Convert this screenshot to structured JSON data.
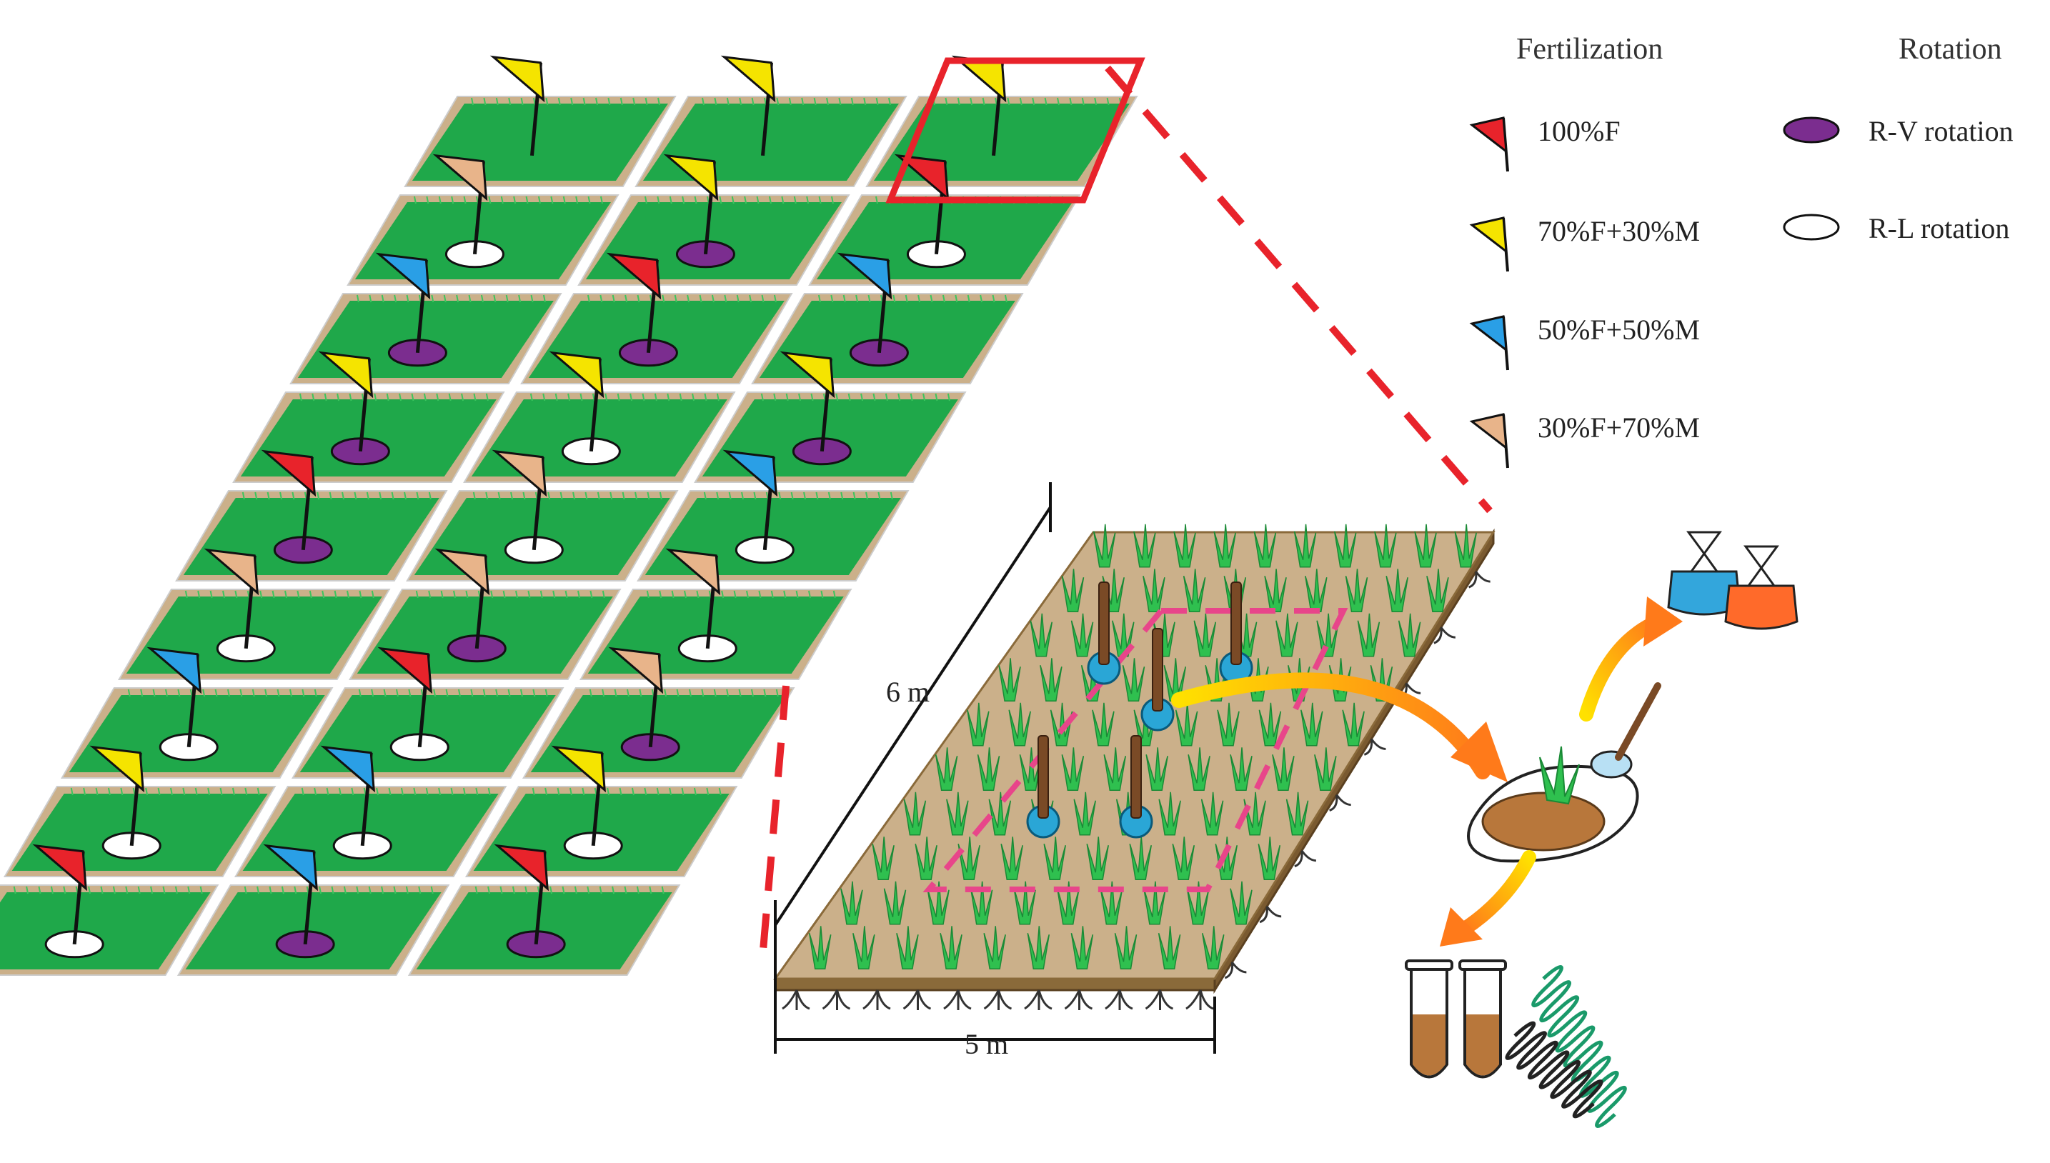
{
  "legend": {
    "fertilization_title": "Fertilization",
    "rotation_title": "Rotation",
    "fertilization": [
      {
        "label": "100%F",
        "color": "#e8232b"
      },
      {
        "label": "70%F+30%M",
        "color": "#f5e400"
      },
      {
        "label": "50%F+50%M",
        "color": "#2a9fe6"
      },
      {
        "label": "30%F+70%M",
        "color": "#e8b48a"
      }
    ],
    "rotation": [
      {
        "label": "R-V rotation",
        "color": "#7b2d8f"
      },
      {
        "label": "R-L rotation",
        "color": "#ffffff"
      }
    ]
  },
  "plot_dims": {
    "width_label": "5 m",
    "length_label": "6 m"
  },
  "field_layout": {
    "rows_top_to_bottom": [
      [
        {
          "flag": "70%F+30%M",
          "rotation": null
        },
        {
          "flag": "70%F+30%M",
          "rotation": null
        },
        {
          "flag": "70%F+30%M",
          "rotation": null
        }
      ],
      [
        {
          "flag": "30%F+70%M",
          "rotation": "R-L rotation"
        },
        {
          "flag": "70%F+30%M",
          "rotation": "R-V rotation"
        },
        {
          "flag": "100%F",
          "rotation": "R-L rotation"
        }
      ],
      [
        {
          "flag": "50%F+50%M",
          "rotation": "R-V rotation"
        },
        {
          "flag": "100%F",
          "rotation": "R-V rotation"
        },
        {
          "flag": "50%F+50%M",
          "rotation": "R-V rotation"
        }
      ],
      [
        {
          "flag": "70%F+30%M",
          "rotation": "R-V rotation"
        },
        {
          "flag": "70%F+30%M",
          "rotation": "R-L rotation"
        },
        {
          "flag": "70%F+30%M",
          "rotation": "R-V rotation"
        }
      ],
      [
        {
          "flag": "100%F",
          "rotation": "R-V rotation"
        },
        {
          "flag": "30%F+70%M",
          "rotation": "R-L rotation"
        },
        {
          "flag": "50%F+50%M",
          "rotation": "R-L rotation"
        }
      ],
      [
        {
          "flag": "30%F+70%M",
          "rotation": "R-L rotation"
        },
        {
          "flag": "30%F+70%M",
          "rotation": "R-V rotation"
        },
        {
          "flag": "30%F+70%M",
          "rotation": "R-L rotation"
        }
      ],
      [
        {
          "flag": "50%F+50%M",
          "rotation": "R-L rotation"
        },
        {
          "flag": "100%F",
          "rotation": "R-L rotation"
        },
        {
          "flag": "30%F+70%M",
          "rotation": "R-V rotation"
        }
      ],
      [
        {
          "flag": "70%F+30%M",
          "rotation": "R-L rotation"
        },
        {
          "flag": "50%F+50%M",
          "rotation": "R-L rotation"
        },
        {
          "flag": "70%F+30%M",
          "rotation": "R-L rotation"
        }
      ],
      [
        {
          "flag": "100%F",
          "rotation": "R-L rotation"
        },
        {
          "flag": "50%F+50%M",
          "rotation": "R-V rotation"
        },
        {
          "flag": "100%F",
          "rotation": "R-V rotation"
        }
      ]
    ]
  },
  "colors": {
    "grass": "#1fa84a",
    "grass_light": "#3cc55e",
    "soil": "#cbb08a",
    "highlight": "#e8232b",
    "sampling": "#e8458a",
    "tube_soil": "#b8773b",
    "blue_bag": "#33a6dc",
    "orange_bag": "#ff6a2a",
    "dna": "#1a9a6a"
  }
}
